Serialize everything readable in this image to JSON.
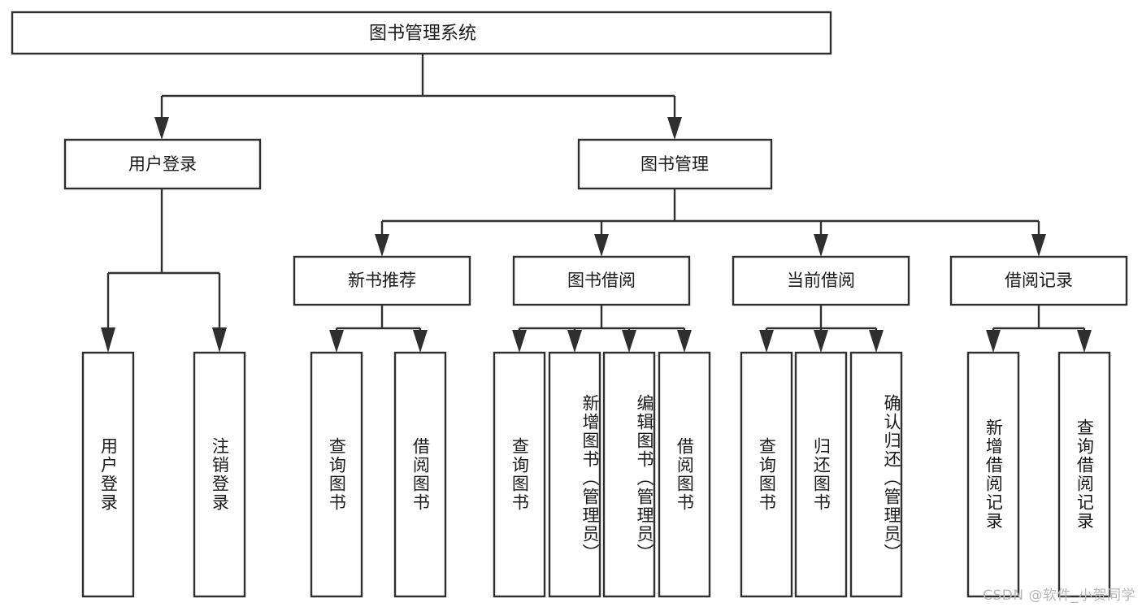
{
  "diagram": {
    "kind": "function-structure-tree",
    "title": "图书管理系统",
    "watermark": "CSDN @软件_小贺同学",
    "colors": {
      "stroke": "#2f2f2f",
      "box_fill": "#ffffff",
      "text": "#1a1a1a",
      "background": "#ffffff",
      "watermark": "#b8b8b8"
    },
    "root": {
      "id": "root",
      "label": "图书管理系统"
    },
    "level2": [
      {
        "id": "user-login",
        "label": "用户登录"
      },
      {
        "id": "book-manage",
        "label": "图书管理"
      }
    ],
    "level3": [
      {
        "id": "new-book-recommend",
        "label": "新书推荐",
        "parent": "book-manage"
      },
      {
        "id": "book-borrow",
        "label": "图书借阅",
        "parent": "book-manage"
      },
      {
        "id": "current-borrow",
        "label": "当前借阅",
        "parent": "book-manage"
      },
      {
        "id": "borrow-record",
        "label": "借阅记录",
        "parent": "book-manage"
      }
    ],
    "leaves": [
      {
        "id": "leaf-user-login",
        "label": "用户登录",
        "parent": "user-login"
      },
      {
        "id": "leaf-logout-login",
        "label": "注销登录",
        "parent": "user-login"
      },
      {
        "id": "leaf-query-book-1",
        "label": "查询图书",
        "parent": "new-book-recommend"
      },
      {
        "id": "leaf-borrow-book-1",
        "label": "借阅图书",
        "parent": "new-book-recommend"
      },
      {
        "id": "leaf-query-book-2",
        "label": "查询图书",
        "parent": "book-borrow"
      },
      {
        "id": "leaf-add-book",
        "label": "新增图书（管理员）",
        "parent": "book-borrow"
      },
      {
        "id": "leaf-edit-book",
        "label": "编辑图书（管理员）",
        "parent": "book-borrow"
      },
      {
        "id": "leaf-borrow-book-2",
        "label": "借阅图书",
        "parent": "book-borrow"
      },
      {
        "id": "leaf-query-book-3",
        "label": "查询图书",
        "parent": "current-borrow"
      },
      {
        "id": "leaf-return-book",
        "label": "归还图书",
        "parent": "current-borrow"
      },
      {
        "id": "leaf-confirm-return",
        "label": "确认归还（管理员）",
        "parent": "current-borrow"
      },
      {
        "id": "leaf-add-record",
        "label": "新增借阅记录",
        "parent": "borrow-record"
      },
      {
        "id": "leaf-query-record",
        "label": "查询借阅记录",
        "parent": "borrow-record"
      }
    ]
  }
}
